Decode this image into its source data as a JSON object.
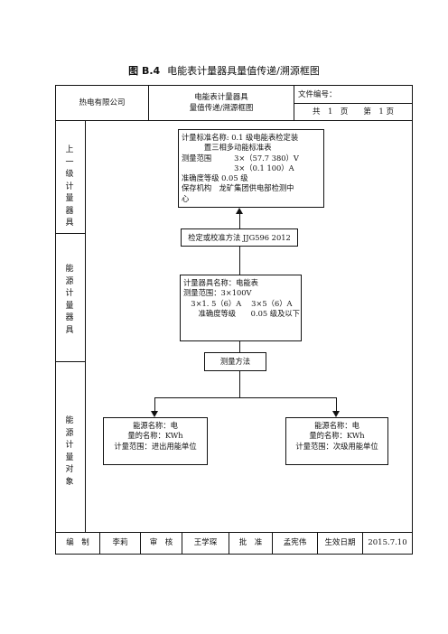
{
  "caption": {
    "figure_no": "图 B.4",
    "text": "电能表计量器具量值传递/溯源框图"
  },
  "header": {
    "company": "热电有限公司",
    "doc_title_line1": "电能表计量器具",
    "doc_title_line2": "量值传递/溯源框图",
    "doc_no_label": "文件编号：",
    "page_info": "共　1　页　　第　1 页"
  },
  "sections": {
    "upper": "上一级计量器具",
    "energy_meter": "能源计量器具",
    "energy_object": "能源计量对象"
  },
  "standard_box": {
    "lines": [
      "计量标准名称: 0.1 级电能表检定装",
      "　　　置三相多动能标准表",
      "测量范围　　　3×（57.7 380）V",
      "　　　　　　　3×（0.1 100）A",
      "准确度等级 0.05 级",
      "保存机构　龙矿集团供电部检测中",
      "心"
    ]
  },
  "method_box": {
    "text": "检定或校准方法 JJG596 2012"
  },
  "meter_box": {
    "lines": [
      "计量器具名称：电能表",
      "测量范围：3×100V",
      "　3×1. 5（6）A　 3×5（6）A",
      "　　准确度等级　　0.05 级及以下"
    ]
  },
  "measure_method": {
    "text": "测量方法"
  },
  "object_left": {
    "lines": [
      "能源名称：电",
      "量的名称：KWh",
      "计量范围：进出用能单位"
    ]
  },
  "object_right": {
    "lines": [
      "能源名称：电",
      "量的名称：KWh",
      "计量范围：次级用能单位"
    ]
  },
  "footer": {
    "compile_label": "编　制",
    "compile_name": "李莉",
    "review_label": "审　核",
    "review_name": "王学琛",
    "approve_label": "批　准",
    "approve_name": "孟宪伟",
    "effective_label": "生效日期",
    "effective_date": "2015.7.10"
  }
}
